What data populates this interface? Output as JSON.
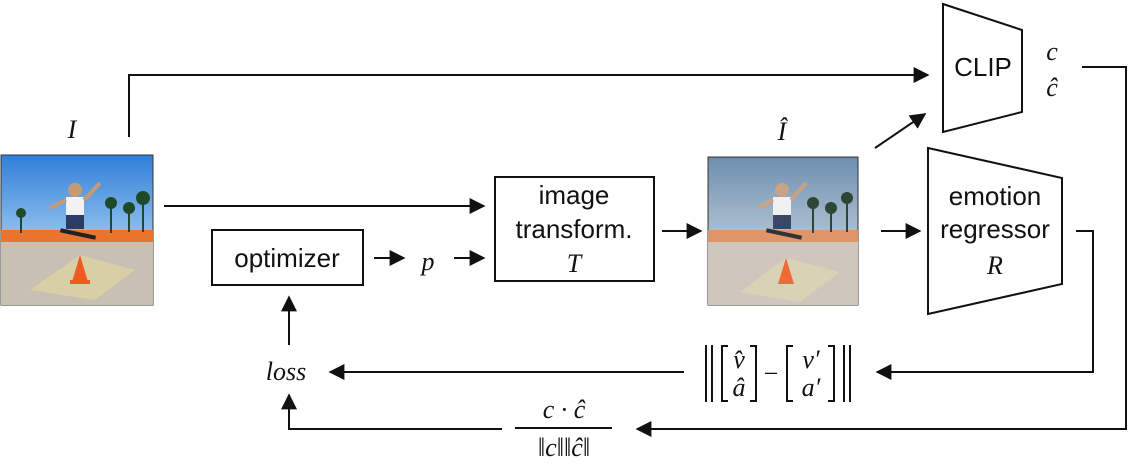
{
  "labels": {
    "input_image": "I",
    "output_image": "Î",
    "clip": "CLIP",
    "clip_out_c": "c",
    "clip_out_chat": "ĉ",
    "emotion_line1": "emotion",
    "emotion_line2": "regressor",
    "emotion_symbol": "R",
    "transform_line1": "image",
    "transform_line2": "transform.",
    "transform_symbol": "T",
    "optimizer": "optimizer",
    "params": "p",
    "loss": "loss"
  },
  "formulas": {
    "emotion_norm": {
      "v_hat": "v̂",
      "a_hat": "â",
      "minus": "−",
      "v_prime": "v′",
      "a_prime": "a′"
    },
    "cosine": {
      "numerator": "c · ĉ",
      "denominator": "‖c‖‖ĉ‖"
    }
  },
  "colors": {
    "stroke": "#111111",
    "sky": "#4a8fd6",
    "fence": "#e8742e",
    "ground": "#c9c0b4",
    "cone": "#f05a22"
  }
}
